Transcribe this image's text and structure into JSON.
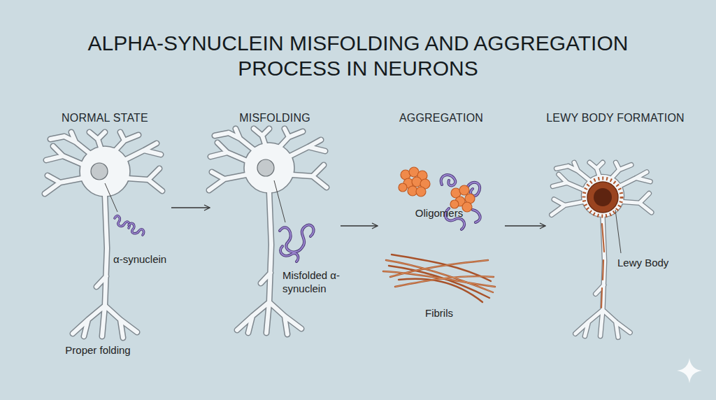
{
  "diagram": {
    "title": "ALPHA-SYNUCLEIN MISFOLDING AND AGGREGATION PROCESS IN NEURONS",
    "nodes": [
      {
        "text": [
          "NORMAL STATE",
          "α-synuclein",
          "Proper folding"
        ]
      },
      {
        "text": [
          "MISFOLDING",
          "Misfolded α-synuclein"
        ]
      },
      {
        "text": [
          "AGGREGATION",
          "Oligomers",
          "Fibrils"
        ]
      },
      {
        "text": [
          "LEWY BODY FORMATION",
          "Lewy Body"
        ]
      }
    ],
    "edges": [
      {
        "from": 0,
        "to": 1,
        "arrow": "to"
      },
      {
        "from": 1,
        "to": 2,
        "arrow": "to"
      },
      {
        "from": 2,
        "to": 3,
        "arrow": "to"
      }
    ]
  }
}
